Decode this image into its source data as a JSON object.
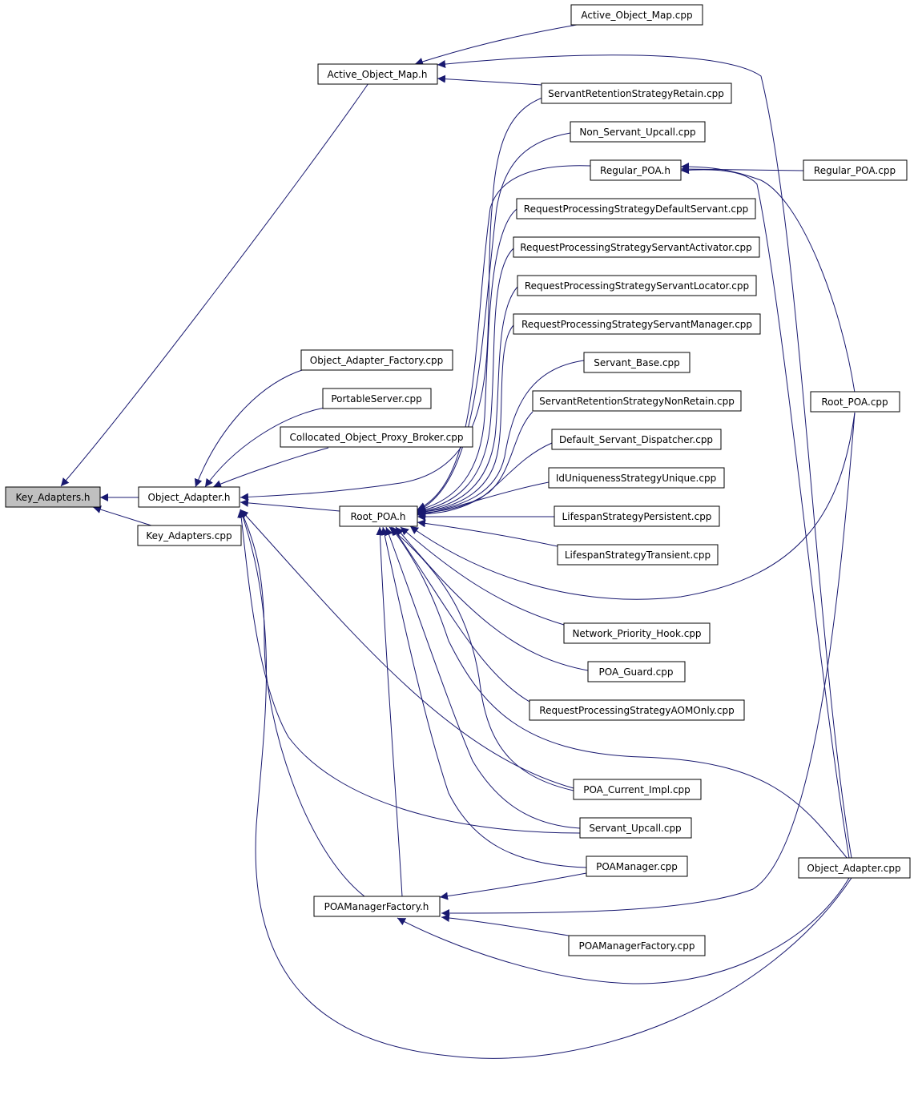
{
  "nodes": {
    "key_adapters_h": "Key_Adapters.h",
    "object_adapter_h": "Object_Adapter.h",
    "key_adapters_cpp": "Key_Adapters.cpp",
    "active_object_map_h": "Active_Object_Map.h",
    "active_object_map_cpp": "Active_Object_Map.cpp",
    "servant_retention_strategy_retain_cpp": "ServantRetentionStrategyRetain.cpp",
    "non_servant_upcall_cpp": "Non_Servant_Upcall.cpp",
    "regular_poa_h": "Regular_POA.h",
    "regular_poa_cpp": "Regular_POA.cpp",
    "rps_default_servant_cpp": "RequestProcessingStrategyDefaultServant.cpp",
    "rps_servant_activator_cpp": "RequestProcessingStrategyServantActivator.cpp",
    "rps_servant_locator_cpp": "RequestProcessingStrategyServantLocator.cpp",
    "rps_servant_manager_cpp": "RequestProcessingStrategyServantManager.cpp",
    "servant_base_cpp": "Servant_Base.cpp",
    "object_adapter_factory_cpp": "Object_Adapter_Factory.cpp",
    "portable_server_cpp": "PortableServer.cpp",
    "collocated_object_proxy_broker_cpp": "Collocated_Object_Proxy_Broker.cpp",
    "servant_retention_strategy_non_retain_cpp": "ServantRetentionStrategyNonRetain.cpp",
    "root_poa_cpp": "Root_POA.cpp",
    "default_servant_dispatcher_cpp": "Default_Servant_Dispatcher.cpp",
    "id_uniqueness_strategy_unique_cpp": "IdUniquenessStrategyUnique.cpp",
    "root_poa_h": "Root_POA.h",
    "lifespan_strategy_persistent_cpp": "LifespanStrategyPersistent.cpp",
    "lifespan_strategy_transient_cpp": "LifespanStrategyTransient.cpp",
    "network_priority_hook_cpp": "Network_Priority_Hook.cpp",
    "poa_guard_cpp": "POA_Guard.cpp",
    "rps_aom_only_cpp": "RequestProcessingStrategyAOMOnly.cpp",
    "poa_current_impl_cpp": "POA_Current_Impl.cpp",
    "servant_upcall_cpp": "Servant_Upcall.cpp",
    "poa_manager_cpp": "POAManager.cpp",
    "object_adapter_cpp": "Object_Adapter.cpp",
    "poa_manager_factory_h": "POAManagerFactory.h",
    "poa_manager_factory_cpp": "POAManagerFactory.cpp"
  },
  "colors": {
    "edge": "#191970",
    "node_border": "#000000",
    "node_fill": "#ffffff",
    "root_fill": "#c0c0c0"
  }
}
